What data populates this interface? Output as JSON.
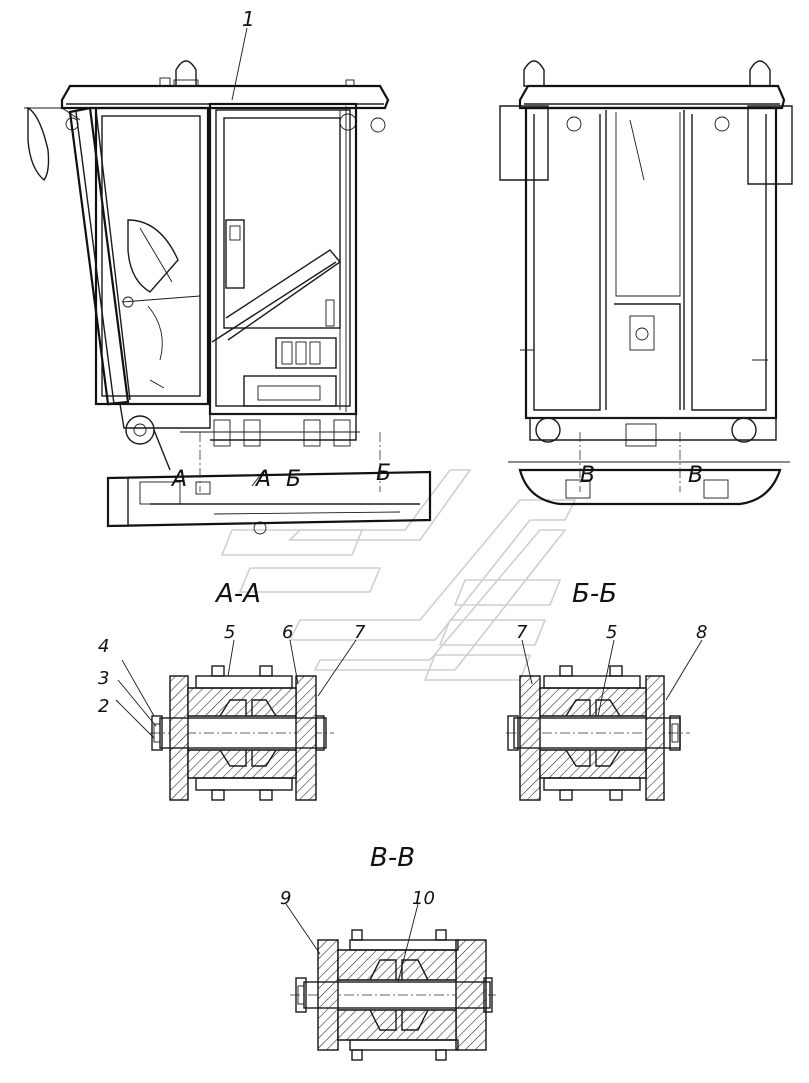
{
  "labels": {
    "item_1": "1",
    "item_2": "2",
    "item_3": "3",
    "item_4": "4",
    "item_5a": "5",
    "item_6": "6",
    "item_7a": "7",
    "item_7b": "7",
    "item_5b": "5",
    "item_8": "8",
    "item_9": "9",
    "item_10": "10"
  },
  "section_marks": {
    "a_left": "А",
    "a_right": "А",
    "b_left": "Б",
    "b_right": "Б",
    "v_left": "В",
    "v_right": "В"
  },
  "section_titles": {
    "aa": "А-А",
    "bb": "Б-Б",
    "vv": "В-В"
  }
}
